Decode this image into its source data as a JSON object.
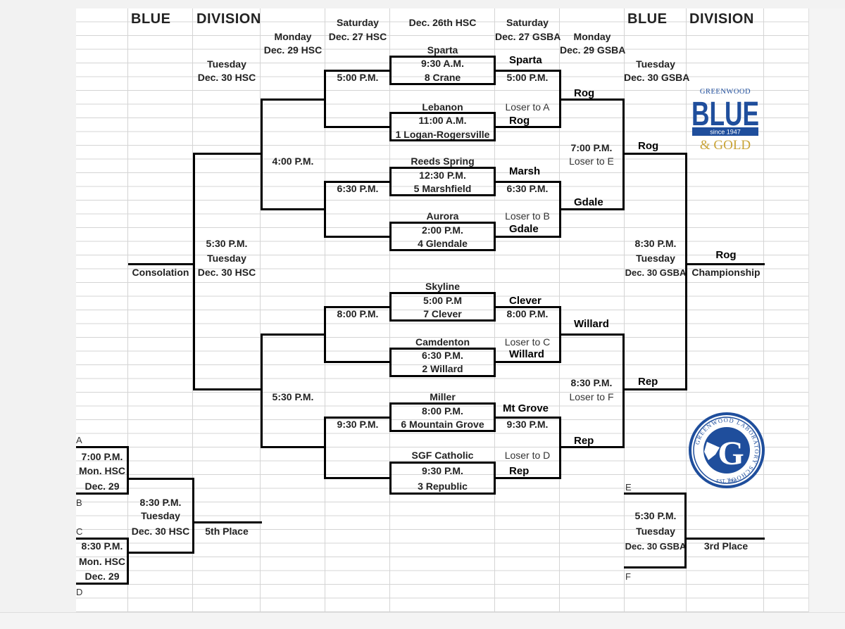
{
  "header": {
    "blue_left": "BLUE",
    "division_left": "DIVISION",
    "blue_right": "BLUE",
    "division_right": "DIVISION",
    "sat_left_1": "Saturday",
    "sat_left_2": "Dec. 27 HSC",
    "first_round": "Dec. 26th HSC",
    "sat_right_1": "Saturday",
    "sat_right_2": "Dec. 27 GSBA",
    "mon_left_1": "Monday",
    "mon_left_2": "Dec. 29 HSC",
    "mon_right_1": "Monday",
    "mon_right_2": "Dec. 29 GSBA",
    "tue_left_1": "Tuesday",
    "tue_left_2": "Dec. 30 HSC",
    "tue_right_1": "Tuesday",
    "tue_right_2": "Dec. 30 GSBA"
  },
  "first_round": [
    {
      "top": "Sparta",
      "time": "9:30 A.M.",
      "bottom": "8 Crane"
    },
    {
      "top": "Lebanon",
      "time": "11:00 A.M.",
      "bottom": "1 Logan-Rogersville"
    },
    {
      "top": "Reeds Spring",
      "time": "12:30 P.M.",
      "bottom": "5 Marshfield"
    },
    {
      "top": "Aurora",
      "time": "2:00 P.M.",
      "bottom": "4 Glendale"
    },
    {
      "top": "Skyline",
      "time": "5:00 P.M",
      "bottom": "7 Clever"
    },
    {
      "top": "Camdenton",
      "time": "6:30 P.M.",
      "bottom": "2 Willard"
    },
    {
      "top": "Miller",
      "time": "8:00 P.M.",
      "bottom": "6 Mountain Grove"
    },
    {
      "top": "SGF Catholic",
      "time": "9:30 P.M.",
      "bottom": "3 Republic"
    }
  ],
  "first_round_winners": [
    "Sparta",
    "Rog",
    "Marsh",
    "Gdale",
    "Clever",
    "Willard",
    "Mt Grove",
    "Rep"
  ],
  "consolation_right": {
    "times": [
      "5:00 P.M.",
      "6:30 P.M.",
      "8:00 P.M.",
      "9:30 P.M."
    ],
    "losers": [
      "Loser to A",
      "Loser to B",
      "Loser to C",
      "Loser to D"
    ]
  },
  "consolation_left": {
    "times": [
      "5:00 P.M.",
      "6:30 P.M.",
      "8:00 P.M.",
      "9:30 P.M."
    ],
    "semis": [
      "4:00 P.M.",
      "5:30 P.M."
    ],
    "final_time": "5:30 P.M.",
    "final_day": "Tuesday",
    "final_date": "Dec. 30 HSC",
    "final_label": "Consolation"
  },
  "quarterfinal_winners": [
    "Rog",
    "Gdale",
    "Willard",
    "Rep"
  ],
  "semifinals": [
    {
      "time": "7:00 P.M.",
      "loser": "Loser to E",
      "winner": "Rog"
    },
    {
      "time": "8:30 P.M.",
      "loser": "Loser to F",
      "winner": "Rep"
    }
  ],
  "championship": {
    "time": "8:30 P.M.",
    "day": "Tuesday",
    "date": "Dec. 30 GSBA",
    "winner": "Rog",
    "label": "Championship"
  },
  "fifth_place": {
    "letters": [
      "A",
      "B",
      "C",
      "D"
    ],
    "game1": [
      "7:00 P.M.",
      "Mon. HSC",
      "Dec. 29"
    ],
    "game2": [
      "8:30 P.M.",
      "Mon. HSC",
      "Dec. 29"
    ],
    "final": [
      "8:30 P.M.",
      "Tuesday",
      "Dec. 30 HSC"
    ],
    "label": "5th Place"
  },
  "third_place": {
    "letters": [
      "E",
      "F"
    ],
    "final": [
      "5:30 P.M.",
      "Tuesday",
      "Dec. 30 GSBA"
    ],
    "label": "3rd Place"
  },
  "logo_blue_gold": {
    "top": "GREENWOOD",
    "middle": "BLUE",
    "since": "since 1947",
    "bottom": "& GOLD",
    "blue": "#1f4e9c",
    "gold": "#c9a437"
  },
  "seal": {
    "ring_text": "GREENWOOD LABORATORY SCHOOL",
    "est": "EST. 1908",
    "letter": "G",
    "blue": "#1f4e9c"
  }
}
